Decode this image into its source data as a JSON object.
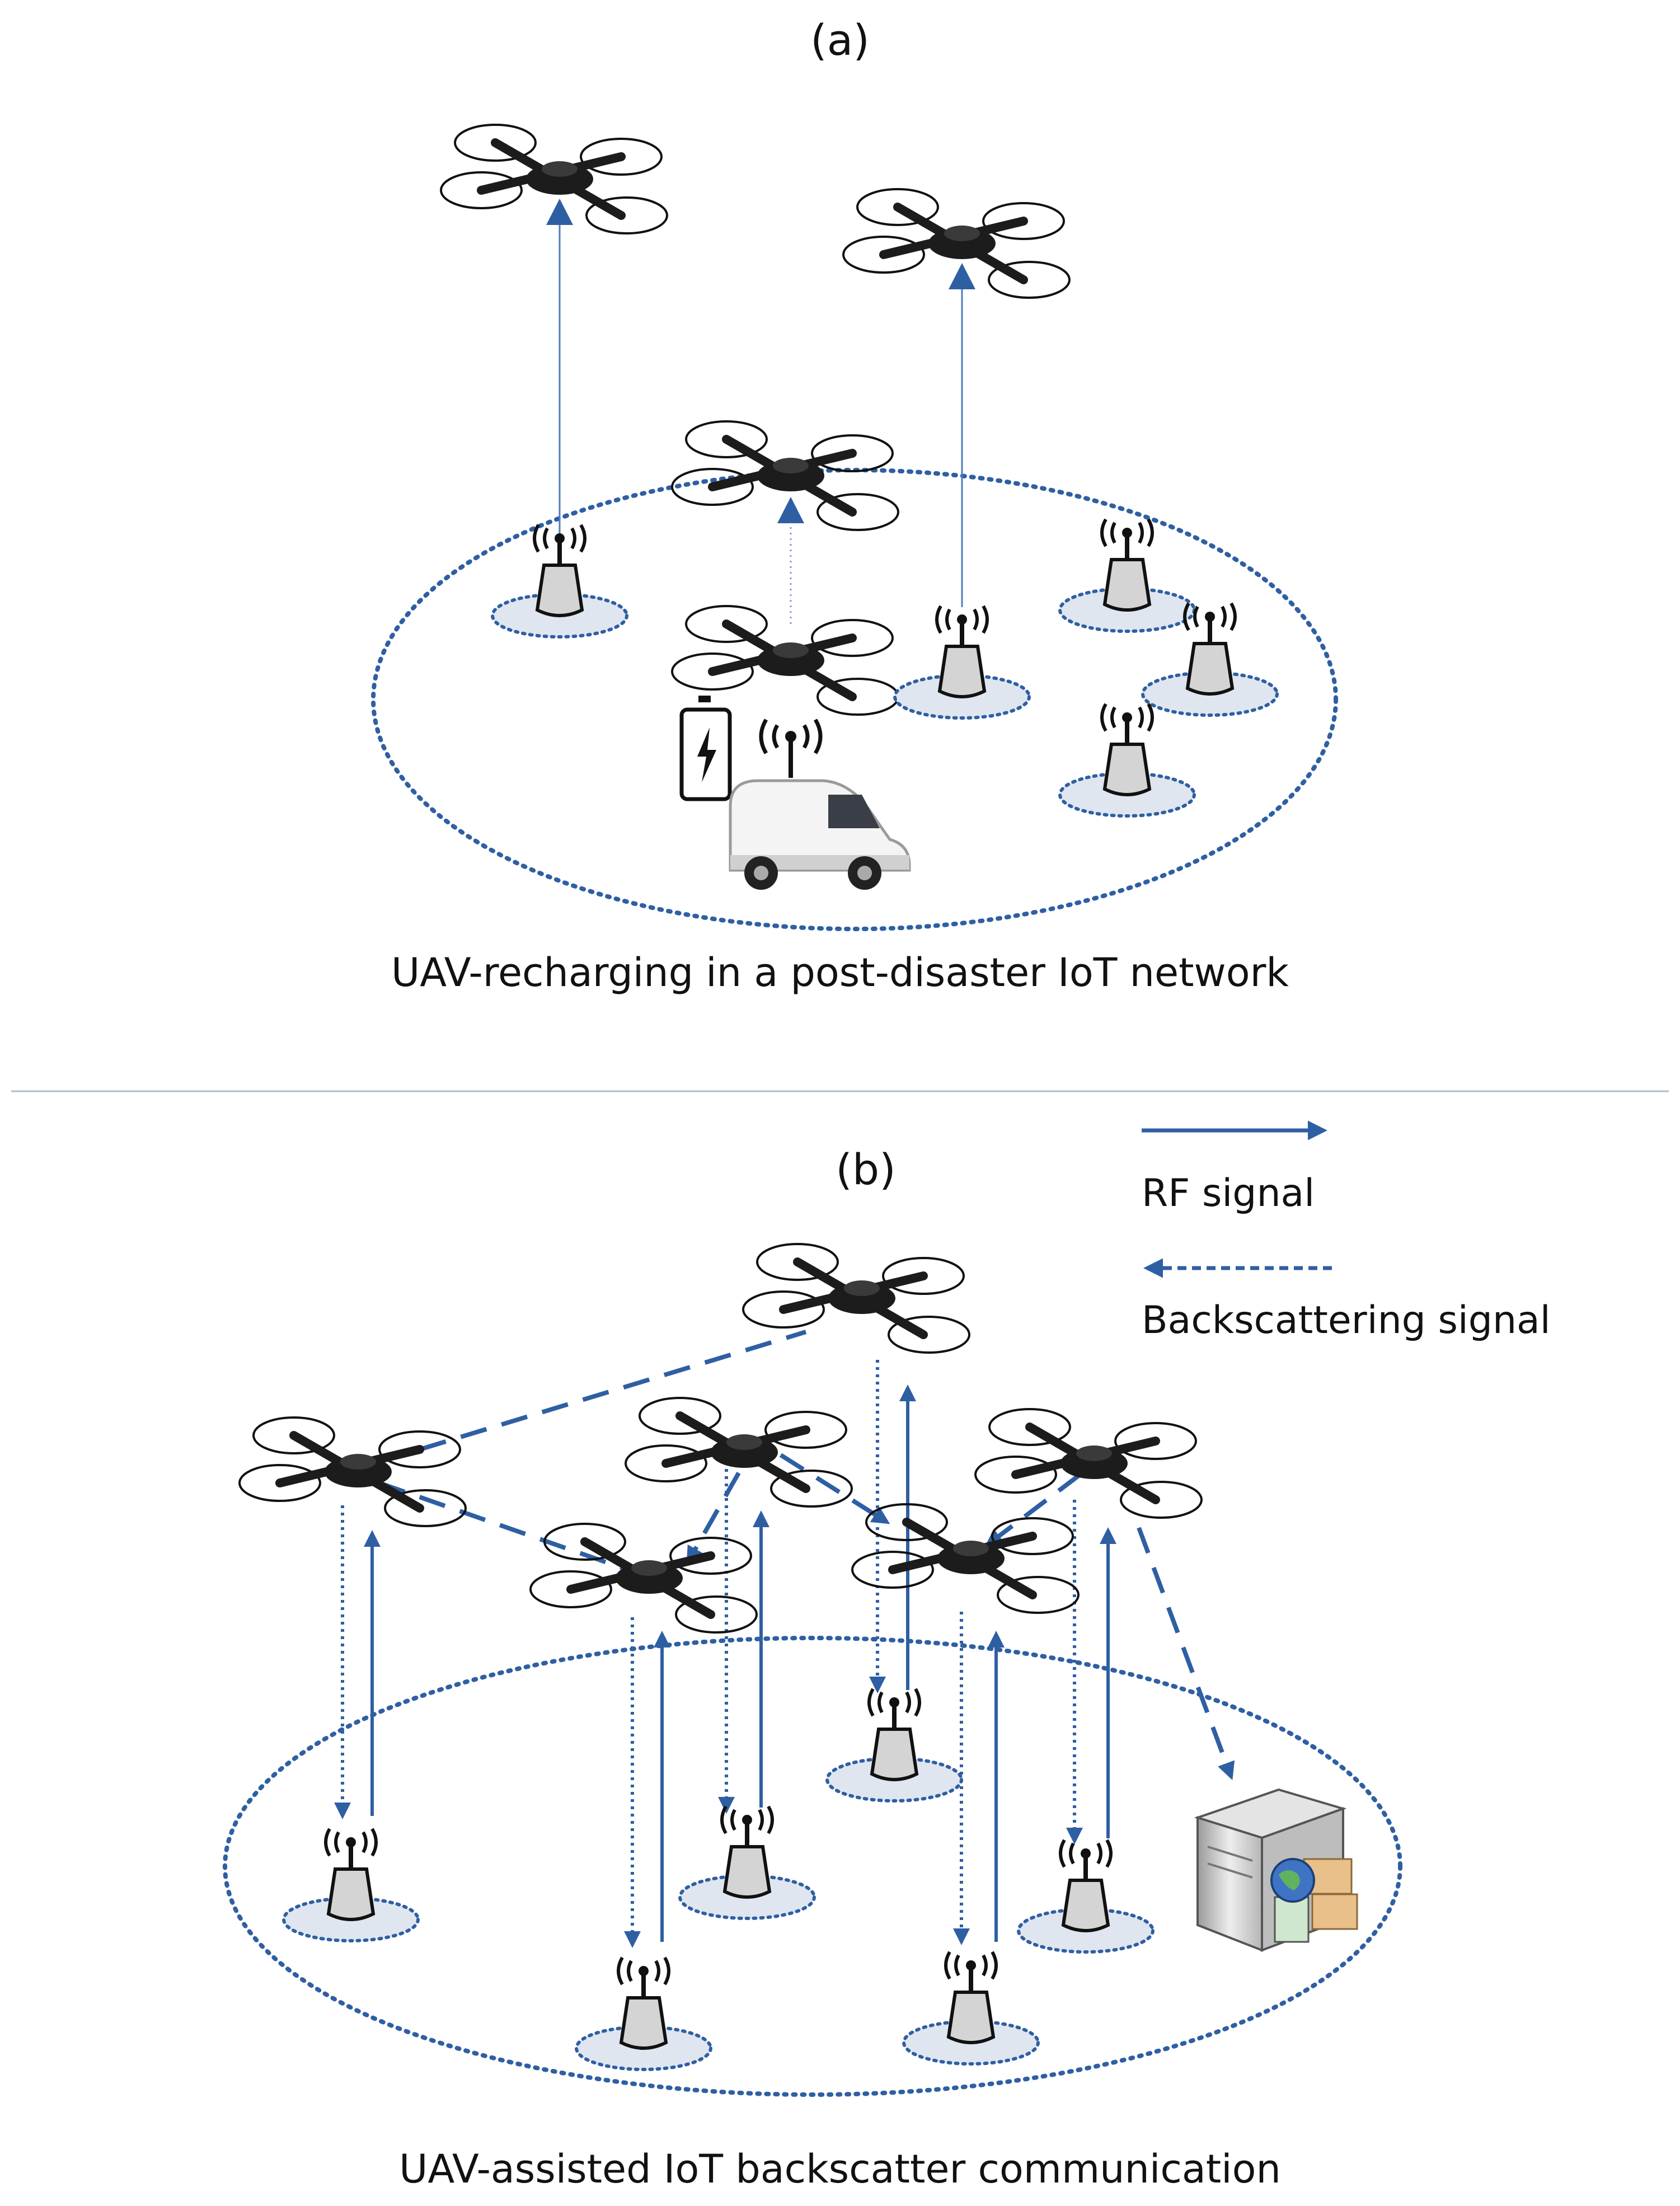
{
  "panel_a": {
    "label": "(a)",
    "caption": "UAV-recharging in a post-disaster IoT network"
  },
  "panel_b": {
    "label": "(b)",
    "caption": "UAV-assisted IoT backscatter communication"
  },
  "legend": {
    "rf_signal": "RF signal",
    "backscattering_signal": "Backscattering signal"
  },
  "icons": {
    "uav": "drone-icon",
    "iot_device": "iot-sensor-icon",
    "charging_vehicle": "van-icon",
    "battery": "battery-charging-icon",
    "antenna": "antenna-signal-icon",
    "server": "server-icon"
  },
  "colors": {
    "link": "#2f5fa3",
    "zone": "#2f5fa3",
    "pad_fill": "#dfe6ef",
    "drone": "#1c1c1c",
    "sensor_fill": "#d4d4d4",
    "divider": "#a8bfd2"
  }
}
